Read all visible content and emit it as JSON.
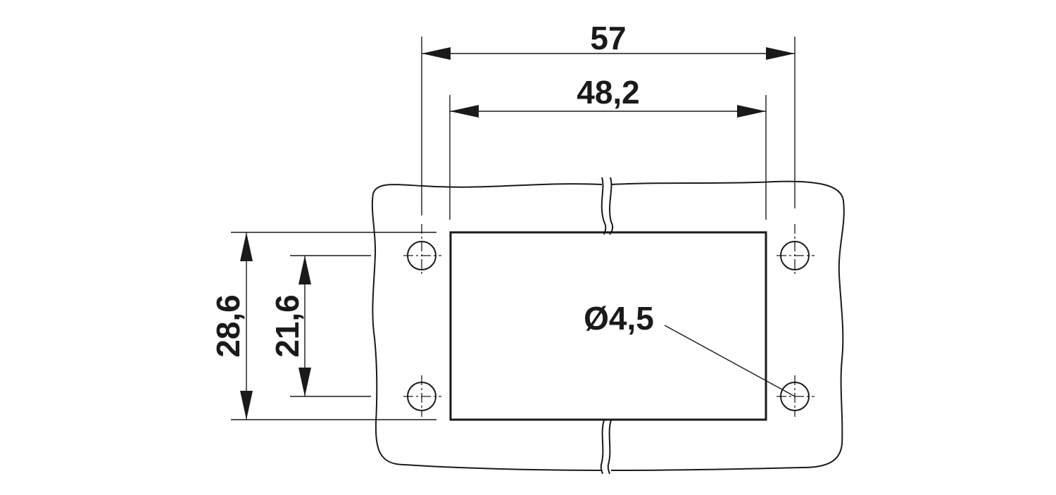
{
  "drawing": {
    "dimensions": {
      "outer_width": "57",
      "inner_width": "48,2",
      "outer_height": "28,6",
      "inner_height": "21,6",
      "hole_diameter": "Ø4,5"
    },
    "mounting_holes": 4,
    "colors": {
      "line": "#1a1a1a",
      "background": "#ffffff"
    }
  }
}
